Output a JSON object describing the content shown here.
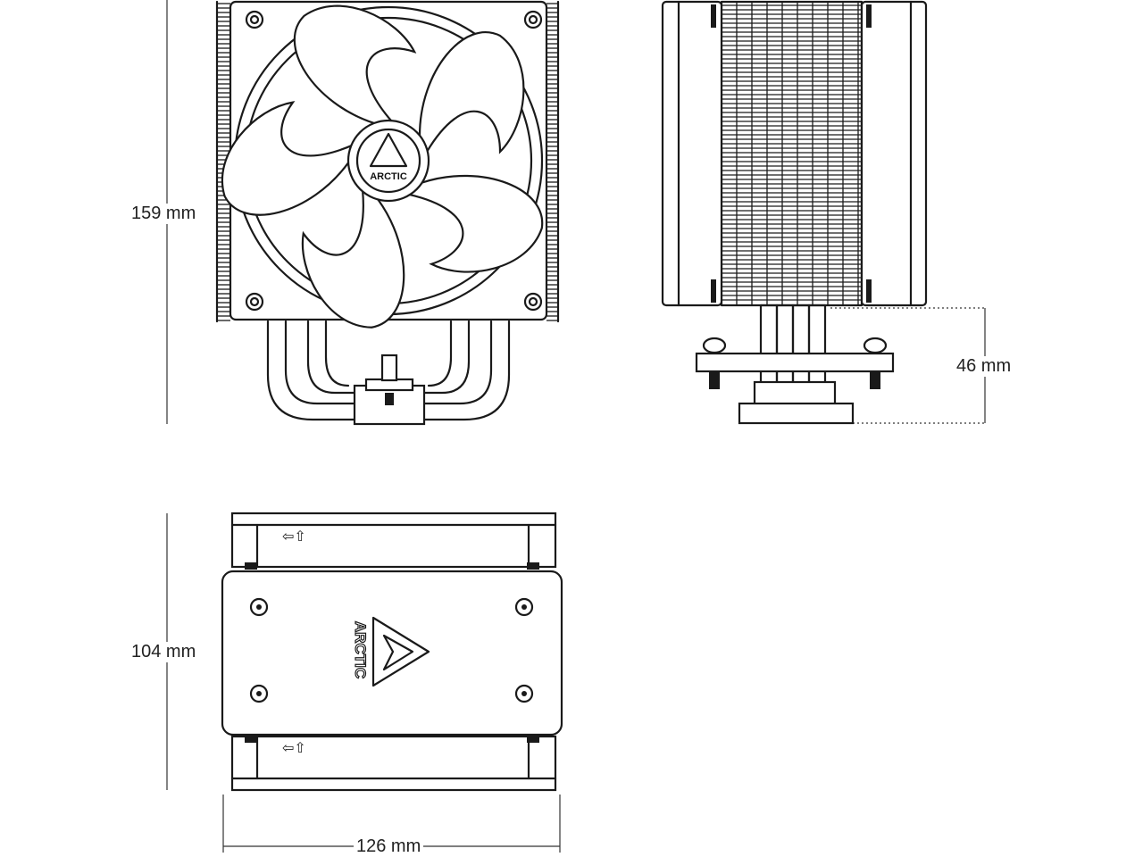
{
  "brand": "ARCTIC",
  "dimensions": {
    "height": "159 mm",
    "base_height": "46 mm",
    "depth": "104 mm",
    "width": "126 mm"
  },
  "airflow_symbol": "⇦⇧",
  "colors": {
    "line": "#1a1a1a",
    "background": "#ffffff"
  }
}
